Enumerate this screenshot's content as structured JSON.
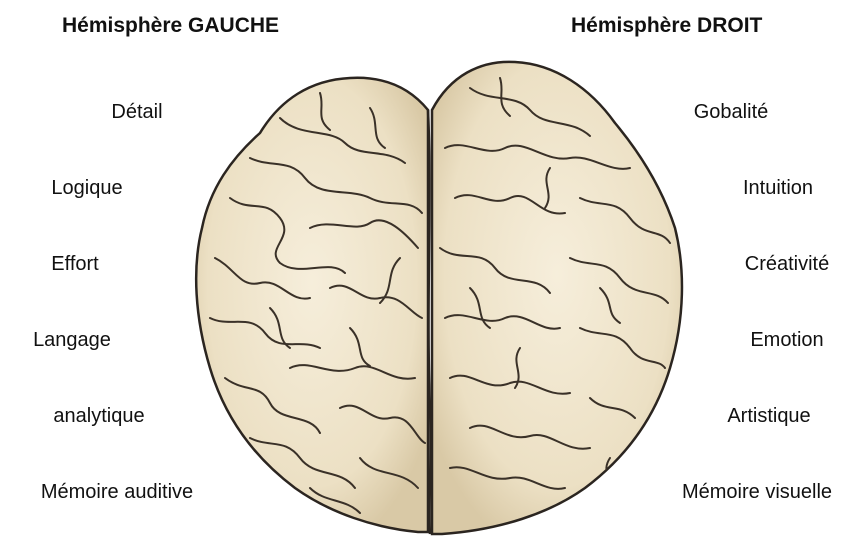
{
  "headings": {
    "left": "Hémisphère GAUCHE",
    "right": "Hémisphère DROIT"
  },
  "left_labels": [
    "Détail",
    "Logique",
    "Effort",
    "Langage",
    "analytique",
    "Mémoire auditive"
  ],
  "right_labels": [
    "Gobalité",
    "Intuition",
    "Créativité",
    "Emotion",
    "Artistique",
    "Mémoire visuelle"
  ],
  "colors": {
    "brain_fill": "#efe5cf",
    "brain_outline": "#2b2520",
    "text": "#111111"
  }
}
